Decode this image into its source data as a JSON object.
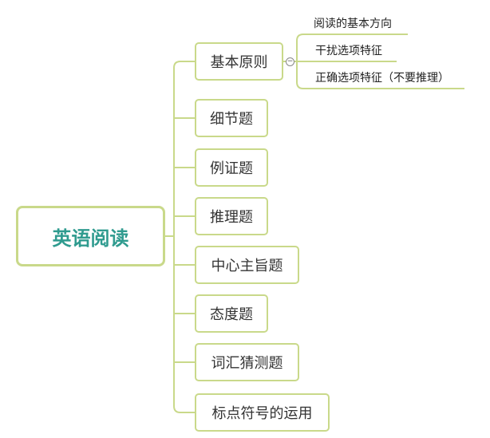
{
  "root": {
    "label": "英语阅读"
  },
  "branches": [
    {
      "label": "基本原则",
      "children": [
        "阅读的基本方向",
        "干扰选项特征",
        "正确选项特征（不要推理）"
      ]
    },
    {
      "label": "细节题"
    },
    {
      "label": "例证题"
    },
    {
      "label": "推理题"
    },
    {
      "label": "中心主旨题"
    },
    {
      "label": "态度题"
    },
    {
      "label": "词汇猜测题"
    },
    {
      "label": "标点符号的运用"
    }
  ],
  "collapse_toggle": {
    "symbol": "−"
  },
  "colors": {
    "border": "#c9d98a",
    "root_text": "#2f9b8f",
    "text": "#333333"
  }
}
